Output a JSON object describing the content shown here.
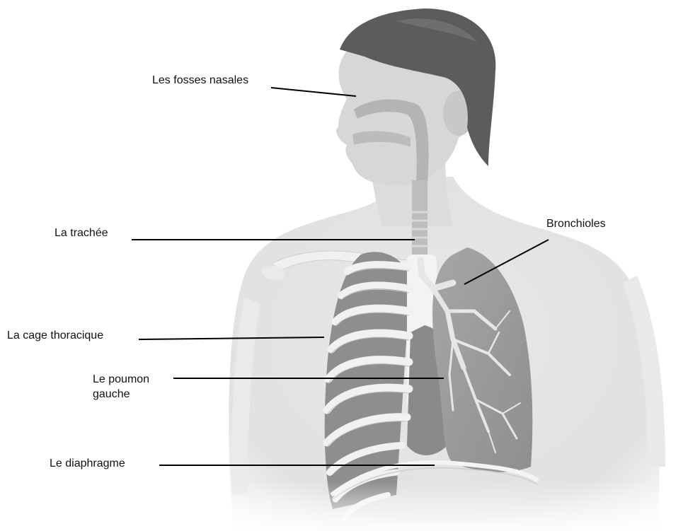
{
  "labels": {
    "nasal": "Les fosses nasales",
    "trachea": "La trachée",
    "bronchioles": "Bronchioles",
    "ribcage": "La cage thoracique",
    "left_lung": "Le poumon gauche",
    "diaphragm": "Le diaphragme"
  },
  "colors": {
    "hair": "#5c5c5c",
    "skin": "#e4e4e4",
    "airway": "#b9b9b9",
    "lung": "#9f9f9f",
    "rib": "#f2f2f2",
    "leader_line": "#000000"
  }
}
